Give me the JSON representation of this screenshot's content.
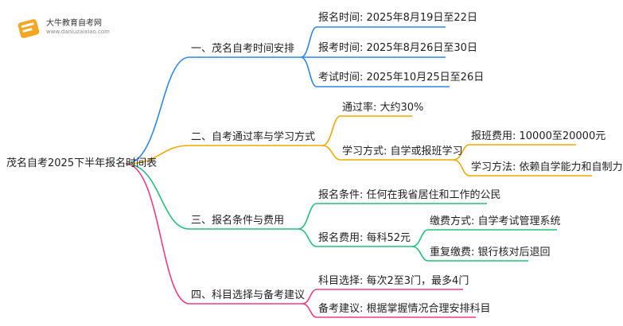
{
  "logo": {
    "name": "大牛教育自考网",
    "url": "www.daniuzaixiao.com"
  },
  "root": "茂名自考2025下半年报名时间表",
  "branches": [
    {
      "label": "一、茂名自考时间安排",
      "color": "#2f87e8",
      "children": [
        {
          "label": "报名时间: 2025年8月19日至22日"
        },
        {
          "label": "报考时间: 2025年8月26日至30日"
        },
        {
          "label": "考试时间: 2025年10月25日至26日"
        }
      ]
    },
    {
      "label": "二、自考通过率与学习方式",
      "color": "#f0a800",
      "children": [
        {
          "label": "通过率: 大约30%"
        },
        {
          "label": "学习方式: 自学或报班学习",
          "children": [
            {
              "label": "报班费用: 10000至20000元"
            },
            {
              "label": "学习方法: 依赖自学能力和自制力"
            }
          ]
        }
      ]
    },
    {
      "label": "三、报名条件与费用",
      "color": "#22c07a",
      "children": [
        {
          "label": "报名条件: 任何在我省居住和工作的公民"
        },
        {
          "label": "报名费用: 每科52元",
          "children": [
            {
              "label": "缴费方式: 自学考试管理系统"
            },
            {
              "label": "重复缴费: 银行核对后退回"
            }
          ]
        }
      ]
    },
    {
      "label": "四、科目选择与备考建议",
      "color": "#ee3d83",
      "children": [
        {
          "label": "科目选择: 每次2至3门，最多4门"
        },
        {
          "label": "备考建议: 根据掌握情况合理安排科目"
        }
      ]
    }
  ]
}
